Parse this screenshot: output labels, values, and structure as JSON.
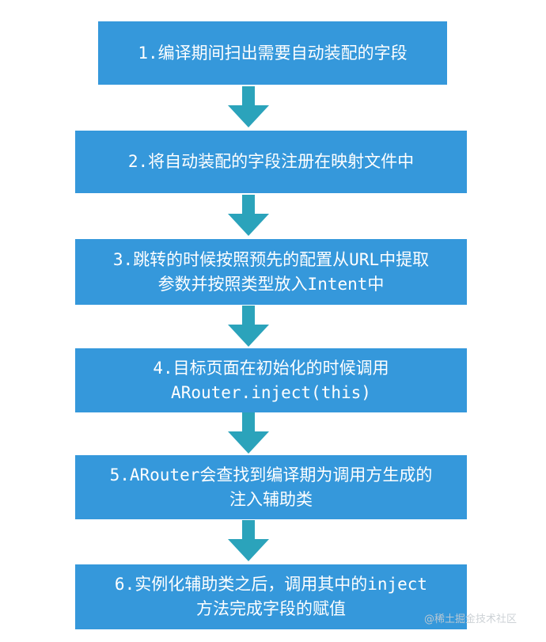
{
  "steps": [
    {
      "lines": [
        "1.编译期间扫出需要自动装配的字段"
      ]
    },
    {
      "lines": [
        "2.将自动装配的字段注册在映射文件中"
      ]
    },
    {
      "lines": [
        "3.跳转的时候按照预先的配置从URL中提取",
        "参数并按照类型放入Intent中"
      ]
    },
    {
      "lines": [
        "4.目标页面在初始化的时候调用",
        "ARouter.inject(this)"
      ]
    },
    {
      "lines": [
        "5.ARouter会查找到编译期为调用方生成的",
        "注入辅助类"
      ]
    },
    {
      "lines": [
        "6.实例化辅助类之后，调用其中的inject",
        "方法完成字段的赋值"
      ]
    }
  ],
  "watermark": "@稀土掘金技术社区",
  "colors": {
    "box": "#3598db",
    "arrow": "#2ba3bb",
    "text": "#ffffff"
  }
}
